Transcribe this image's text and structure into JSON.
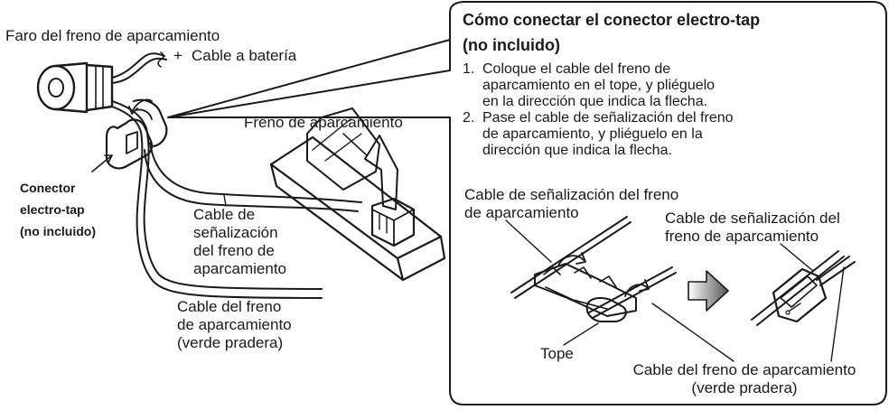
{
  "main_diagram": {
    "label_parking_light": "Faro del freno de aparcamiento",
    "label_battery_plus": "+",
    "label_battery_cable": "Cable a batería",
    "label_connector_lines": [
      "Conector",
      "electro-tap",
      "(no incluido)"
    ],
    "label_parking_brake": "Freno de aparcamiento",
    "label_signal_cable_lines": [
      "Cable de",
      "señalización",
      "del freno de",
      "aparcamiento"
    ],
    "label_brake_cable_lines": [
      "Cable del freno",
      "de aparcamiento",
      "(verde pradera)"
    ]
  },
  "inset_panel": {
    "title_lines": [
      "Cómo conectar el conector electro-tap",
      "(no incluido)"
    ],
    "steps": [
      {
        "num": "1.",
        "text": "Coloque el cable del freno de aparcamiento en el tope, y pliéguelo en la dirección que indica la flecha."
      },
      {
        "num": "2.",
        "text": "Pase el cable de señalización del freno de aparcamiento, y pliéguelo en la dirección que indica la flecha."
      }
    ],
    "label_signal_cable_left_lines": [
      "Cable de señalización del freno",
      "de aparcamiento"
    ],
    "label_signal_cable_right_lines": [
      "Cable de señalización del",
      "freno de aparcamiento"
    ],
    "label_stopper": "Tope",
    "label_brake_cable_lines": [
      "Cable del freno de aparcamiento",
      "(verde pradera)"
    ]
  }
}
